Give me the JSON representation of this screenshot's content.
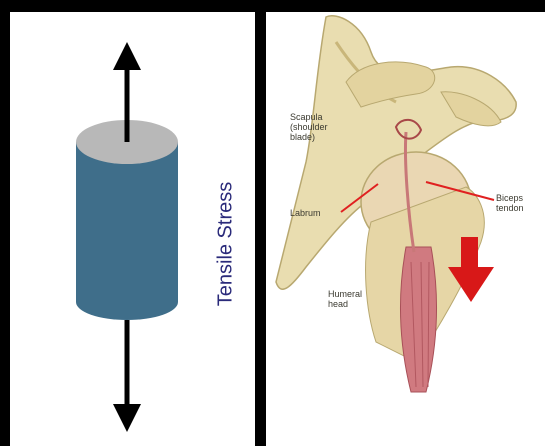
{
  "left_panel": {
    "label": "Tensile Stress",
    "colors": {
      "cylinder_body": "#3f6e8a",
      "cylinder_top": "#b8b8b8",
      "arrow": "#000000"
    }
  },
  "right_panel": {
    "labels": {
      "scapula": [
        "Scapula",
        "(shoulder",
        "blade)"
      ],
      "labrum": "Labrum",
      "biceps": [
        "Biceps",
        "tendon"
      ],
      "humeral": [
        "Humeral",
        "head"
      ]
    },
    "colors": {
      "bone": "#e9ddb0",
      "muscle": "#d07a80",
      "pointer": "#e02020",
      "force_arrow": "#d81818"
    }
  }
}
